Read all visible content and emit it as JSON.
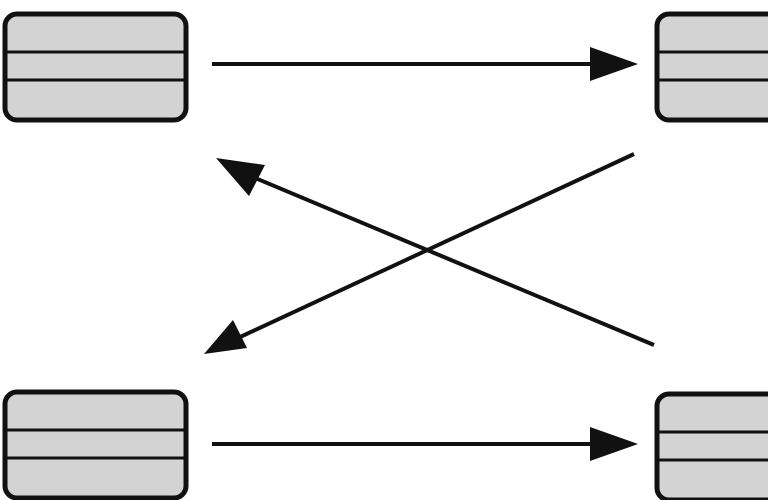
{
  "diagram": {
    "nodes": [
      {
        "id": "top-left",
        "fill": "#d3d3d3"
      },
      {
        "id": "top-right",
        "fill": "#d3d3d3"
      },
      {
        "id": "bottom-left",
        "fill": "#d3d3d3"
      },
      {
        "id": "bottom-right",
        "fill": "#d3d3d3"
      }
    ],
    "edges": [
      {
        "from": "top-left",
        "to": "top-right"
      },
      {
        "from": "bottom-right",
        "to": "top-left"
      },
      {
        "from": "top-right",
        "to": "bottom-left"
      },
      {
        "from": "bottom-left",
        "to": "bottom-right"
      }
    ],
    "colors": {
      "stroke": "#111111",
      "background": "#ffffff"
    }
  }
}
